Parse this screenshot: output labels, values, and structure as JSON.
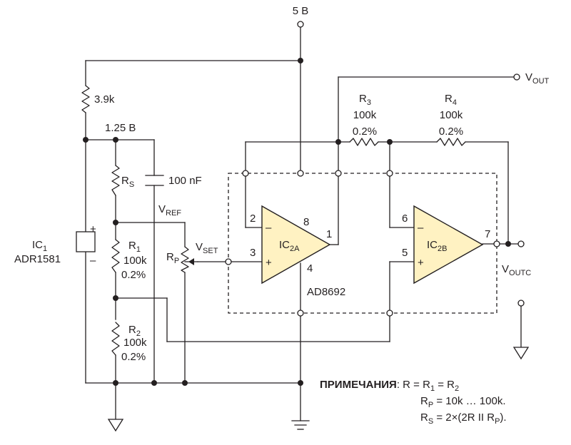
{
  "supply": "5 В",
  "v_out": {
    "main": "V",
    "sub": "OUT"
  },
  "v_outc": {
    "main": "V",
    "sub": "OUTC"
  },
  "r3": {
    "name": "R",
    "sub": "3",
    "value": "100k",
    "tol": "0.2%"
  },
  "r4": {
    "name": "R",
    "sub": "4",
    "value": "100k",
    "tol": "0.2%"
  },
  "r_top": "3.9k",
  "ref_voltage": "1.25 В",
  "rs": {
    "name": "R",
    "sub": "S"
  },
  "cap": "100 nF",
  "vref": {
    "main": "V",
    "sub": "REF"
  },
  "vset": {
    "main": "V",
    "sub": "SET"
  },
  "rp": {
    "name": "R",
    "sub": "P"
  },
  "r1": {
    "name": "R",
    "sub": "1",
    "value": "100k",
    "tol": "0.2%"
  },
  "r2": {
    "name": "R",
    "sub": "2",
    "value": "100k",
    "tol": "0.2%"
  },
  "ic1": {
    "name": "IC",
    "sub": "1",
    "part": "ADR1581",
    "plus": "+",
    "minus": "–"
  },
  "ic2a": {
    "name": "IC",
    "sub": "2A",
    "pin_minus": "2",
    "pin_plus": "3",
    "pin_out": "1",
    "pin_vp": "8",
    "pin_vn": "4",
    "minus": "–",
    "plus": "+"
  },
  "ic2b": {
    "name": "IC",
    "sub": "2B",
    "pin_minus": "6",
    "pin_plus": "5",
    "pin_out": "7",
    "minus": "–",
    "plus": "+"
  },
  "chip": "AD8692",
  "notes": {
    "title": "ПРИМЕЧАНИЯ",
    "line1": {
      "a": ": R = R",
      "s1": "1",
      "b": " = R",
      "s2": "2"
    },
    "line2": {
      "a": "R",
      "s1": "P",
      "b": " = 10k … 100k."
    },
    "line3": {
      "a": "R",
      "s1": "S",
      "b": " = 2×(2R II R",
      "s2": "P",
      "c": ")."
    }
  }
}
